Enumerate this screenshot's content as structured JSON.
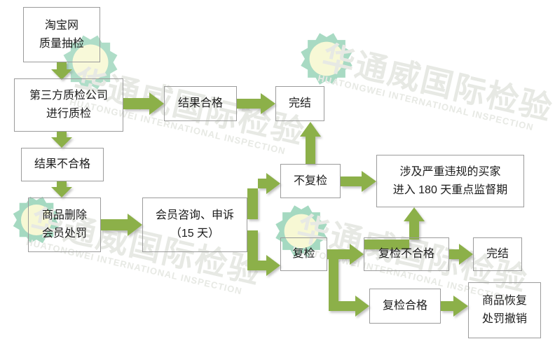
{
  "diagram": {
    "title_watermark_cn": "华通威国际检验",
    "title_watermark_en": "HUATONGWEI INTERNATIONAL INSPECTION",
    "type": "flowchart",
    "accent_color": "#8cb04a",
    "box_border_color": "#9b9b9b",
    "text_color": "#1b1b1b",
    "star_outer_color": "#7ecaa5",
    "star_inner_color": "#f2f4bb",
    "background": "#ffffff"
  },
  "nodes": [
    {
      "id": "n1",
      "name": "taobao-sampling",
      "lines": [
        "淘宝网",
        "质量抽检"
      ]
    },
    {
      "id": "n2",
      "name": "third-party-inspection",
      "lines": [
        "第三方质检公司",
        "进行质检"
      ]
    },
    {
      "id": "n3",
      "name": "result-pass",
      "lines": [
        "结果合格"
      ]
    },
    {
      "id": "n4",
      "name": "complete-top",
      "lines": [
        "完结"
      ]
    },
    {
      "id": "n5",
      "name": "result-fail",
      "lines": [
        "结果不合格"
      ]
    },
    {
      "id": "n6",
      "name": "remove-and-penalty",
      "lines": [
        "商品删除",
        "会员处罚"
      ]
    },
    {
      "id": "n7",
      "name": "member-appeal",
      "lines": [
        "会员咨询、申诉",
        "（15 天）"
      ]
    },
    {
      "id": "n8",
      "name": "no-recheck",
      "lines": [
        "不复检"
      ]
    },
    {
      "id": "n9",
      "name": "serious-violation",
      "lines": [
        "涉及严重违规的买家",
        "进入 180 天重点监督期"
      ]
    },
    {
      "id": "n10",
      "name": "recheck",
      "lines": [
        "复检"
      ]
    },
    {
      "id": "n11",
      "name": "recheck-fail",
      "lines": [
        "复检不合格"
      ]
    },
    {
      "id": "n12",
      "name": "complete-bottom",
      "lines": [
        "完结"
      ]
    },
    {
      "id": "n13",
      "name": "recheck-pass",
      "lines": [
        "复检合格"
      ]
    },
    {
      "id": "n14",
      "name": "restore-and-revoke",
      "lines": [
        "商品恢复",
        "处罚撤销"
      ]
    }
  ],
  "edges": [
    {
      "name": "edge-sampling-to-inspection",
      "from": "n1",
      "to": "n2"
    },
    {
      "name": "edge-inspection-to-pass",
      "from": "n2",
      "to": "n3"
    },
    {
      "name": "edge-pass-to-complete",
      "from": "n3",
      "to": "n4"
    },
    {
      "name": "edge-inspection-to-fail",
      "from": "n2",
      "to": "n5"
    },
    {
      "name": "edge-fail-to-penalty",
      "from": "n5",
      "to": "n6"
    },
    {
      "name": "edge-penalty-to-appeal",
      "from": "n6",
      "to": "n7"
    },
    {
      "name": "edge-appeal-to-no-recheck",
      "from": "n7",
      "to": "n8"
    },
    {
      "name": "edge-appeal-to-recheck",
      "from": "n7",
      "to": "n10"
    },
    {
      "name": "edge-no-recheck-to-complete",
      "from": "n8",
      "to": "n4"
    },
    {
      "name": "edge-no-recheck-to-violation",
      "from": "n8",
      "to": "n9"
    },
    {
      "name": "edge-recheck-to-recheck-fail",
      "from": "n10",
      "to": "n11"
    },
    {
      "name": "edge-recheck-to-recheck-pass",
      "from": "n10",
      "to": "n13"
    },
    {
      "name": "edge-recheck-fail-to-complete",
      "from": "n11",
      "to": "n12"
    },
    {
      "name": "edge-recheck-fail-to-violation",
      "from": "n11",
      "to": "n9"
    },
    {
      "name": "edge-recheck-pass-to-restore",
      "from": "n13",
      "to": "n14"
    }
  ]
}
